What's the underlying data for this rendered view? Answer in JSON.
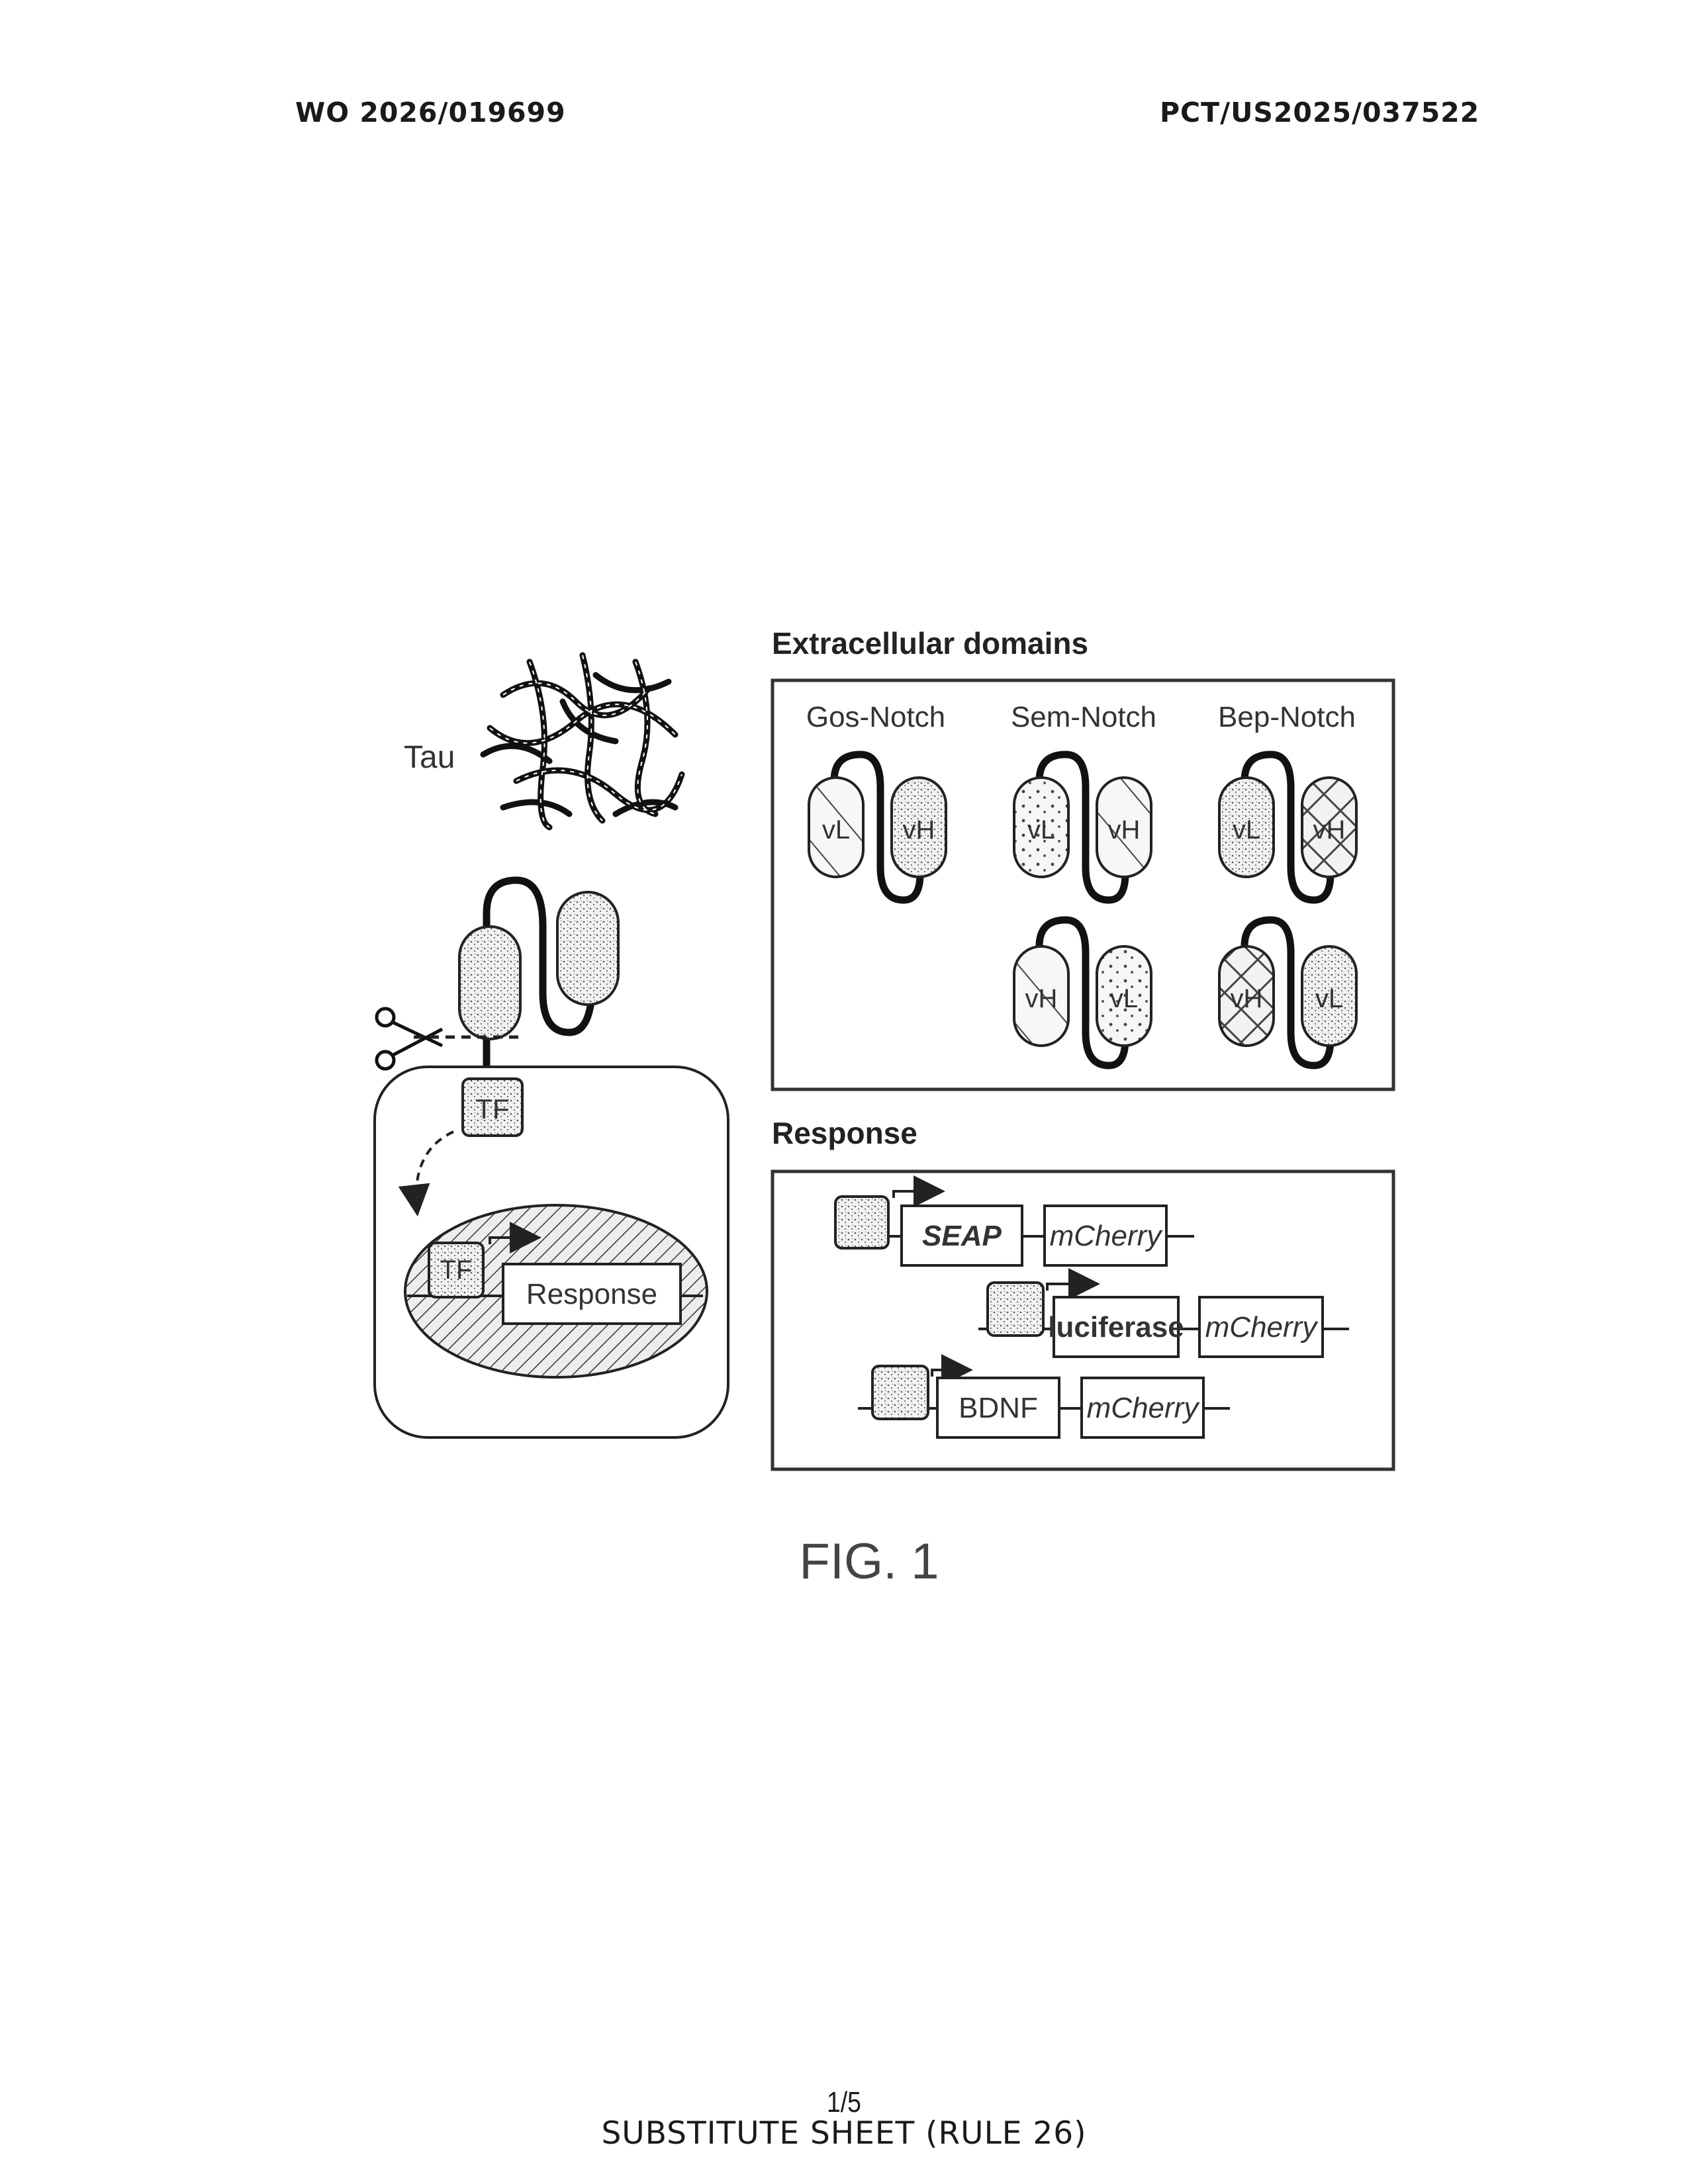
{
  "header": {
    "publication_number": "WO 2026/019699",
    "application_number": "PCT/US2025/037522"
  },
  "figure": {
    "caption": "FIG. 1",
    "tau_label": "Tau",
    "tf_label": "TF",
    "nucleus_response_label": "Response",
    "extracellular": {
      "title": "Extracellular domains",
      "constructs": [
        {
          "name": "Gos-Notch",
          "top_left": "vL",
          "top_right": "vH"
        },
        {
          "name": "Sem-Notch",
          "top_left": "vL",
          "top_right": "vH",
          "bottom_left": "vH",
          "bottom_right": "vL"
        },
        {
          "name": "Bep-Notch",
          "top_left": "vL",
          "top_right": "vH",
          "bottom_left": "vH",
          "bottom_right": "vL"
        }
      ]
    },
    "response": {
      "title": "Response",
      "rows": [
        {
          "gene": "SEAP",
          "reporter": "mCherry"
        },
        {
          "gene": "luciferase",
          "reporter": "mCherry"
        },
        {
          "gene": "BDNF",
          "reporter": "mCherry"
        }
      ]
    }
  },
  "footer": {
    "page": "1/5",
    "sheet_label": "SUBSTITUTE SHEET (RULE 26)"
  }
}
